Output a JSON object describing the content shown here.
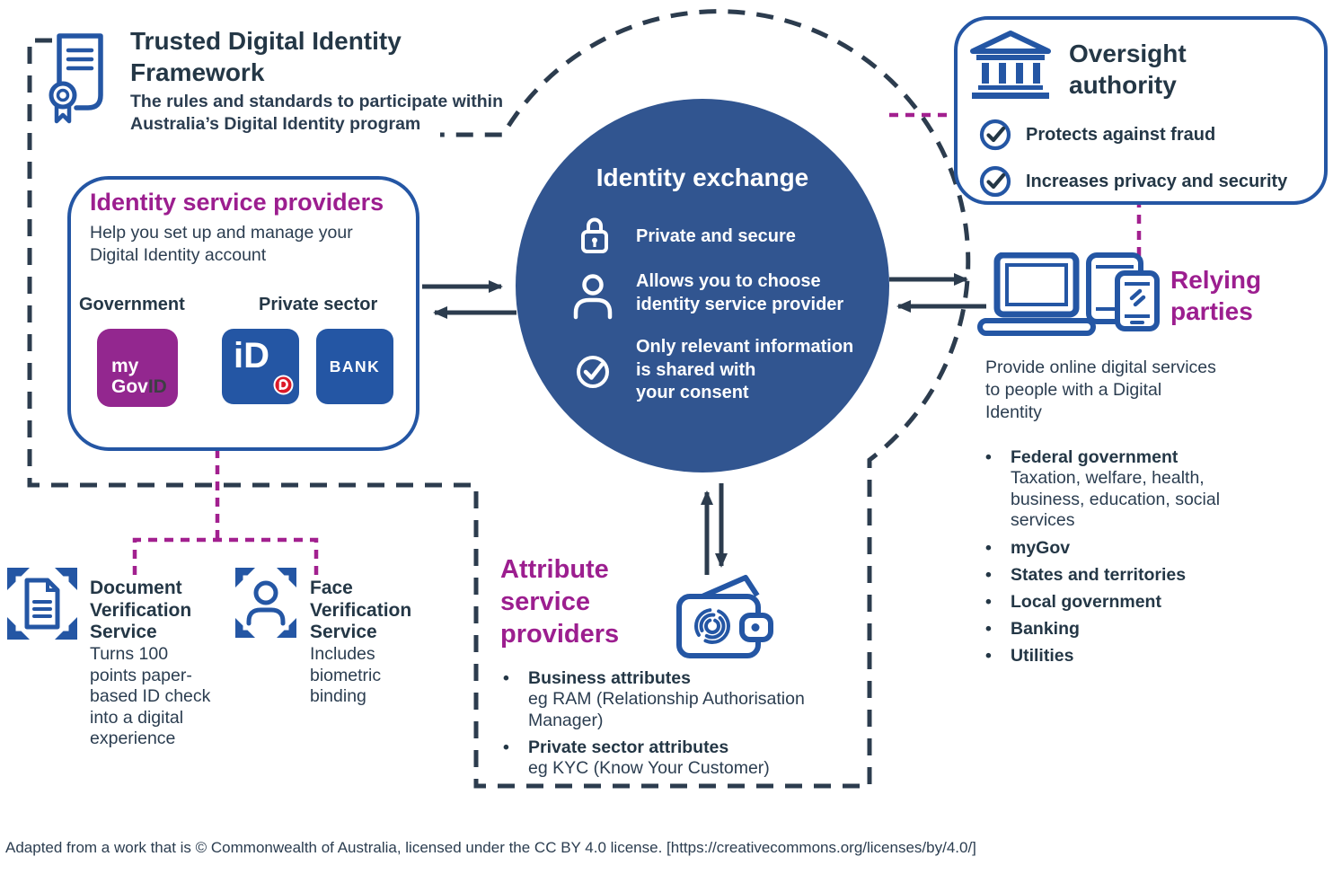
{
  "colors": {
    "blue": "#2456A4",
    "circle_blue": "#315590",
    "magenta": "#9C1E8F",
    "magenta_dash": "#A2208F",
    "dark_text": "#243746",
    "dash_dark": "#2C3C4E",
    "mygov_purple": "#93278F",
    "post_red": "#DC1928"
  },
  "framework": {
    "title": "Trusted Digital Identity\nFramework",
    "desc": "The rules and standards to participate within\nAustralia’s Digital Identity program"
  },
  "isp": {
    "title": "Identity service providers",
    "desc": "Help you set up and manage your\nDigital Identity account",
    "government_label": "Government",
    "private_label": "Private sector",
    "tiles": {
      "mygovid": {
        "line1": "my",
        "gov": "Gov",
        "id": "ID"
      },
      "idp": {
        "label": "iD"
      },
      "bank": {
        "label": "BANK"
      }
    }
  },
  "exchange": {
    "title": "Identity exchange",
    "items": [
      {
        "icon": "lock-icon",
        "text": "Private and secure"
      },
      {
        "icon": "person-icon",
        "text": "Allows you to choose\nidentity service provider"
      },
      {
        "icon": "check-icon",
        "text": "Only relevant information\nis shared with\nyour consent"
      }
    ]
  },
  "oversight": {
    "title": "Oversight\nauthority",
    "items": [
      {
        "icon": "check-circle-icon",
        "text": "Protects against fraud"
      },
      {
        "icon": "check-circle-icon",
        "text": "Increases privacy and security"
      }
    ]
  },
  "relying": {
    "title": "Relying\nparties",
    "desc": "Provide online digital services\nto people with a Digital\nIdentity",
    "items": [
      {
        "title": "Federal government",
        "desc": "Taxation, welfare, health,\nbusiness, education, social\nservices"
      },
      {
        "title": "myGov"
      },
      {
        "title": "States and territories"
      },
      {
        "title": "Local government"
      },
      {
        "title": "Banking"
      },
      {
        "title": "Utilities"
      }
    ]
  },
  "attribute": {
    "title": "Attribute\nservice\nproviders",
    "items": [
      {
        "title": "Business attributes",
        "desc": "eg RAM (Relationship Authorisation\nManager)"
      },
      {
        "title": "Private sector attributes",
        "desc": "eg KYC (Know Your Customer)"
      }
    ]
  },
  "dvs": {
    "title": "Document\nVerification\nService",
    "desc": "Turns 100\npoints paper-\nbased ID check\ninto a digital\nexperience"
  },
  "fvs": {
    "title": "Face\nVerification\nService",
    "desc": "Includes\nbiometric\nbinding"
  },
  "footer": "Adapted from a work that is © Commonwealth of Australia, licensed under the CC BY 4.0 license. [https://creativecommons.org/licenses/by/4.0/]"
}
